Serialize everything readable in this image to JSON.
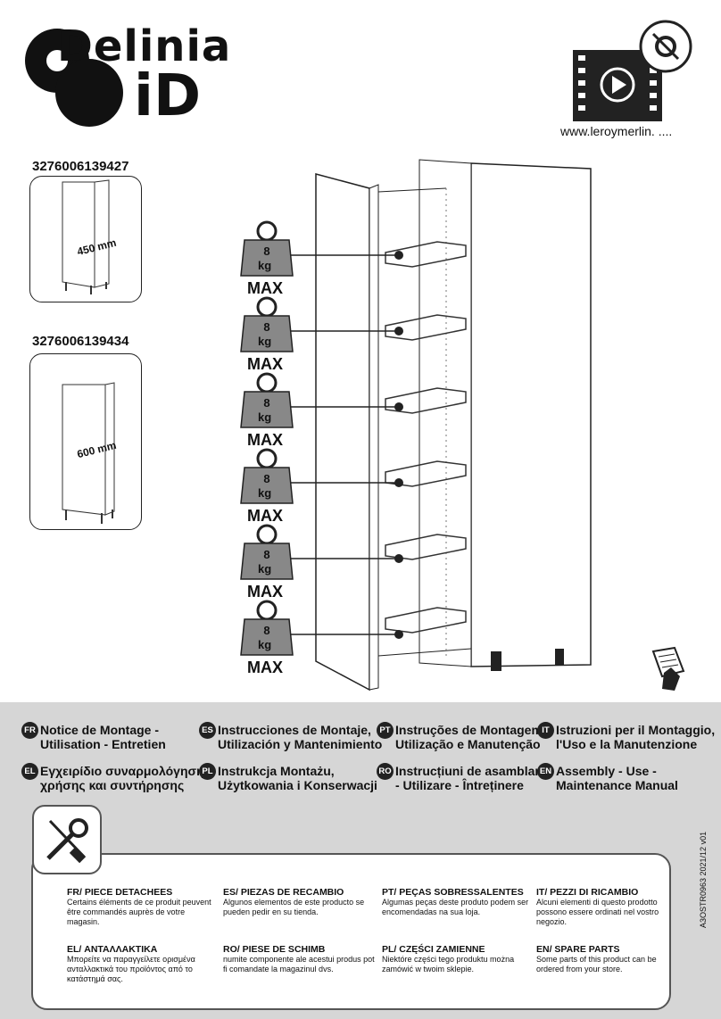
{
  "brand": {
    "line1": "Delinia",
    "line2": "iD"
  },
  "url": "www.leroymerlin. ....",
  "products": [
    {
      "code": "3276006139427",
      "width": "450 mm"
    },
    {
      "code": "3276006139434",
      "width": "600 mm"
    }
  ],
  "weights": [
    {
      "value": "8",
      "unit": "kg",
      "max": "MAX"
    },
    {
      "value": "8",
      "unit": "kg",
      "max": "MAX"
    },
    {
      "value": "8",
      "unit": "kg",
      "max": "MAX"
    },
    {
      "value": "8",
      "unit": "kg",
      "max": "MAX"
    },
    {
      "value": "8",
      "unit": "kg",
      "max": "MAX"
    },
    {
      "value": "8",
      "unit": "kg",
      "max": "MAX"
    }
  ],
  "titles": {
    "fr": {
      "badge": "FR",
      "l1": "Notice de Montage -",
      "l2": "Utilisation - Entretien"
    },
    "es": {
      "badge": "ES",
      "l1": "Instrucciones de Montaje,",
      "l2": "Utilización y Mantenimiento"
    },
    "pt": {
      "badge": "PT",
      "l1": "Instruções de Montagem,",
      "l2": "Utilização e Manutenção"
    },
    "it": {
      "badge": "IT",
      "l1": "Istruzioni per il Montaggio,",
      "l2": "l'Uso e la Manutenzione"
    },
    "el": {
      "badge": "EL",
      "l1": "Εγχειρίδιο συναρμολόγησης,",
      "l2": "χρήσης και συντήρησης"
    },
    "pl": {
      "badge": "PL",
      "l1": "Instrukcja Montażu,",
      "l2": "Użytkowania i Konserwacji"
    },
    "ro": {
      "badge": "RO",
      "l1": "Instrucțiuni de asamblare",
      "l2": "- Utilizare - Întreținere"
    },
    "en": {
      "badge": "EN",
      "l1": "Assembly - Use -",
      "l2": "Maintenance Manual"
    }
  },
  "spares": {
    "fr": {
      "h": "FR/ PIECE DETACHEES",
      "t": "Certains éléments de ce produit peuvent être commandés auprès de votre magasin."
    },
    "es": {
      "h": "ES/ PIEZAS DE RECAMBIO",
      "t": "Algunos elementos de este producto se pueden pedir en su tienda."
    },
    "pt": {
      "h": "PT/ PEÇAS SOBRESSALENTES",
      "t": "Algumas peças deste produto podem ser encomendadas na sua loja."
    },
    "it": {
      "h": "IT/ PEZZI DI RICAMBIO",
      "t": "Alcuni elementi di questo prodotto possono essere ordinati nel vostro negozio."
    },
    "el": {
      "h": "EL/ ΑΝΤΑΛΛΑΚΤΙΚΑ",
      "t": "Μπορείτε να παραγγείλετε ορισμένα ανταλλακτικά του προϊόντος από το κατάστημά σας."
    },
    "ro": {
      "h": "RO/ PIESE DE SCHIMB",
      "t": "numite componente ale acestui produs pot fi comandate la magazinul dvs."
    },
    "pl": {
      "h": "PL/ CZĘŚCI ZAMIENNE",
      "t": "Niektóre części tego produktu można zamówić w twoim sklepie."
    },
    "en": {
      "h": "EN/ SPARE PARTS",
      "t": "Some parts of this product can be ordered from your store."
    }
  },
  "reference": "A3OSTR0963 2021/12 v01"
}
